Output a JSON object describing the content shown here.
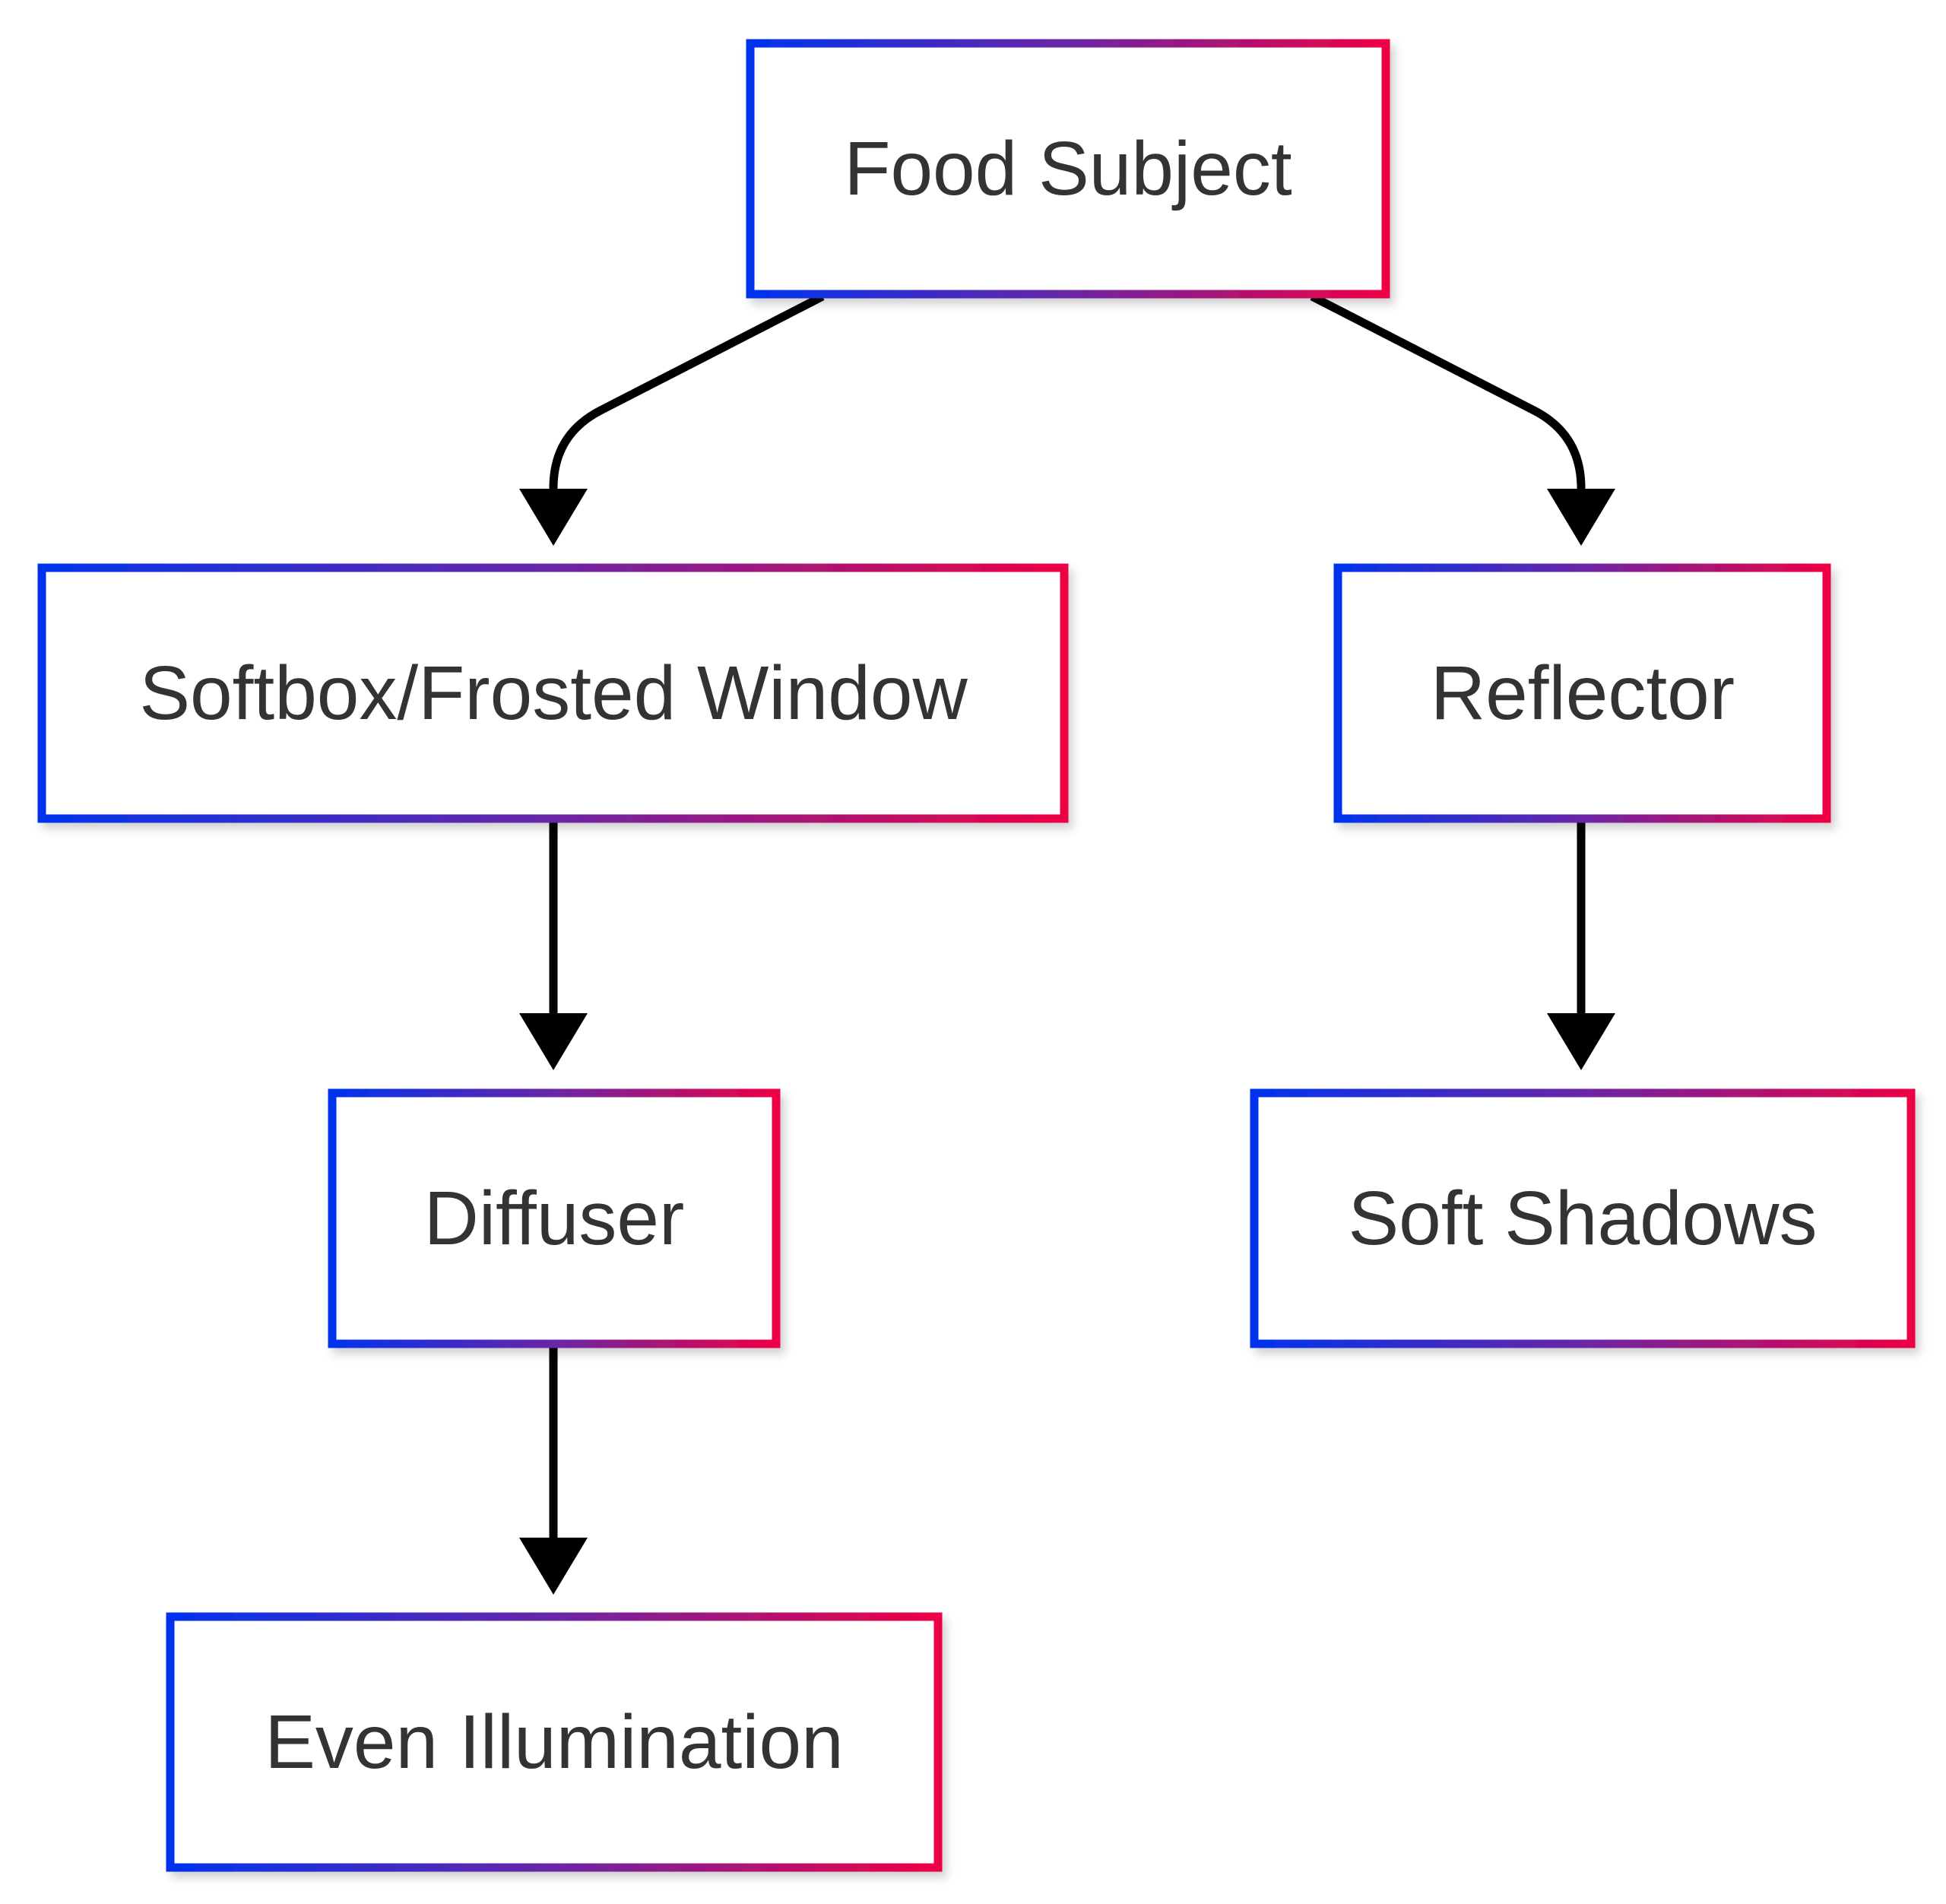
{
  "colors": {
    "border_gradient_start": "#0033ee",
    "border_gradient_mid": "#6a26a6",
    "border_gradient_end": "#ee0044",
    "edge": "#000000",
    "text": "#333333",
    "background": "#ffffff"
  },
  "nodes": {
    "food_subject": "Food Subject",
    "softbox": "Softbox/Frosted Window",
    "reflector": "Reflector",
    "diffuser": "Diffuser",
    "soft_shadows": "Soft Shadows",
    "even_illumination": "Even Illumination"
  },
  "edges": [
    {
      "from": "Food Subject",
      "to": "Softbox/Frosted Window"
    },
    {
      "from": "Food Subject",
      "to": "Reflector"
    },
    {
      "from": "Softbox/Frosted Window",
      "to": "Diffuser"
    },
    {
      "from": "Reflector",
      "to": "Soft Shadows"
    },
    {
      "from": "Diffuser",
      "to": "Even Illumination"
    }
  ]
}
